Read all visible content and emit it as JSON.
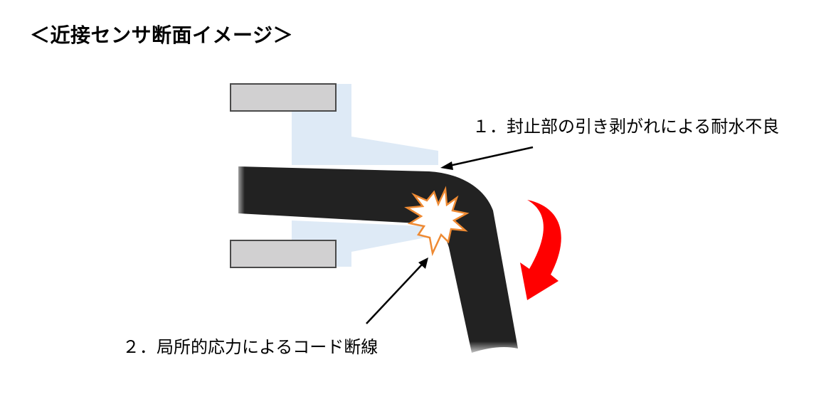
{
  "title": "＜近接センサ断面イメージ＞",
  "labels": {
    "item1": "１．封止部の引き剥がれによる耐水不良",
    "item2": "２．局所的応力によるコード断線"
  },
  "colors": {
    "housing_fill": "#d1d0d1",
    "housing_stroke": "#4a4a4a",
    "sealant": "#deeaf6",
    "cord": "#222222",
    "break_mark": "#ee8a33",
    "bend_arrow": "#ff0000",
    "pointer": "#000000"
  },
  "icons": {
    "break_mark": "starburst-icon",
    "bend_arrow": "curved-arrow-down-icon"
  }
}
